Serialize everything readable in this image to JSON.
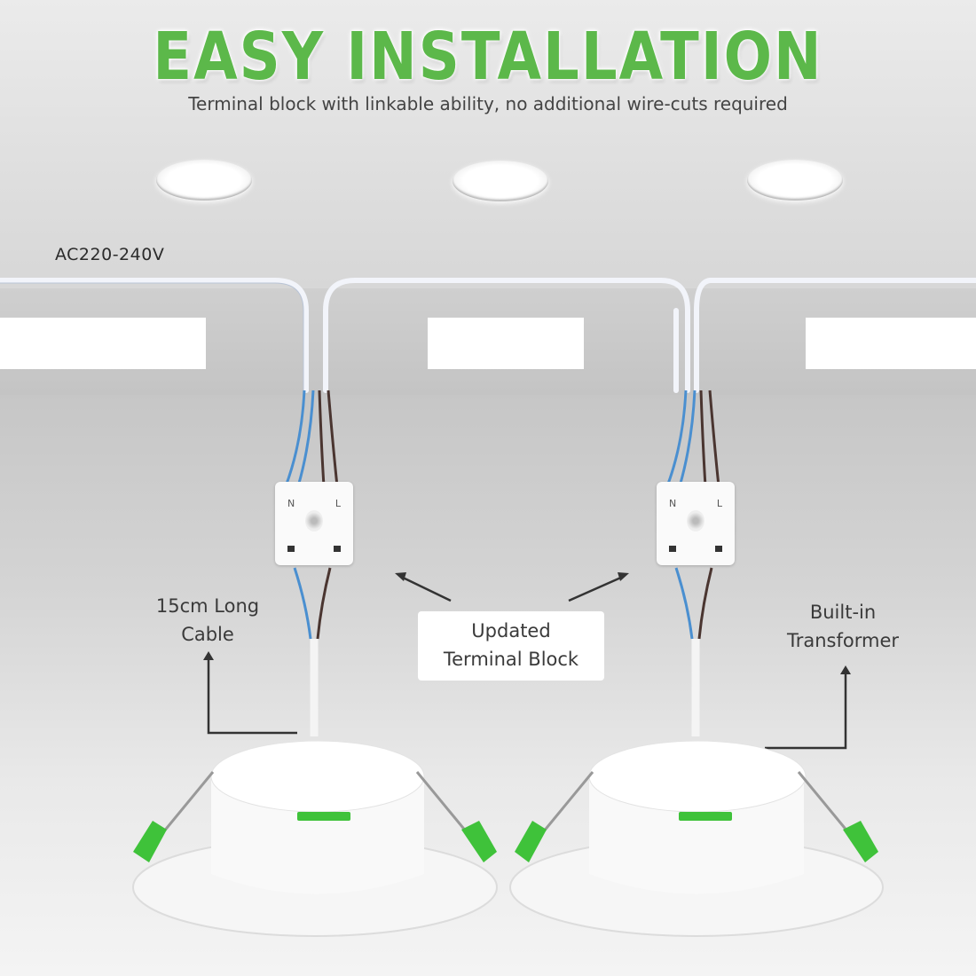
{
  "header": {
    "title": "EASY INSTALLATION",
    "subtitle": "Terminal block with linkable ability, no additional wire-cuts required"
  },
  "diagram": {
    "supply_label": "AC220-240V",
    "downlights_count": 3,
    "terminal_block": {
      "left_terminal": "N",
      "right_terminal": "L"
    },
    "callouts": {
      "cable": {
        "line1": "15cm Long",
        "line2": "Cable"
      },
      "terminal": {
        "line1": "Updated",
        "line2": "Terminal Block"
      },
      "transformer": {
        "line1": "Built-in",
        "line2": "Transformer"
      }
    }
  },
  "colors": {
    "title_green": "#5cb84a",
    "clip_green": "#3fc23a",
    "wire_blue": "#4a8fd0",
    "wire_brown": "#4a3530"
  }
}
